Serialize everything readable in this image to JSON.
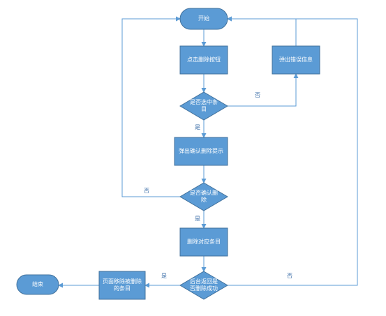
{
  "colors": {
    "node_fill": "#5b9bd5",
    "node_stroke": "#41719c",
    "edge": "#5b9bd5",
    "text": "#ffffff",
    "label": "#3d6fa8"
  },
  "nodes": {
    "start": "开始",
    "click_delete": "点击删除按钮",
    "error_message": "弹出错误信息",
    "is_selected": "是否选中条目",
    "confirm_prompt": "弹出确认删除提示",
    "is_confirmed": "是否确认删除",
    "delete_entry": "删除对应条目",
    "backend_success": "后台返回是否删除成功",
    "remove_entry": "页面移除被删除的条目",
    "end": "结束"
  },
  "edge_labels": {
    "selected_no": "否",
    "selected_yes": "是",
    "confirm_no": "否",
    "confirm_yes": "是",
    "success_yes": "是",
    "success_no": "否"
  }
}
